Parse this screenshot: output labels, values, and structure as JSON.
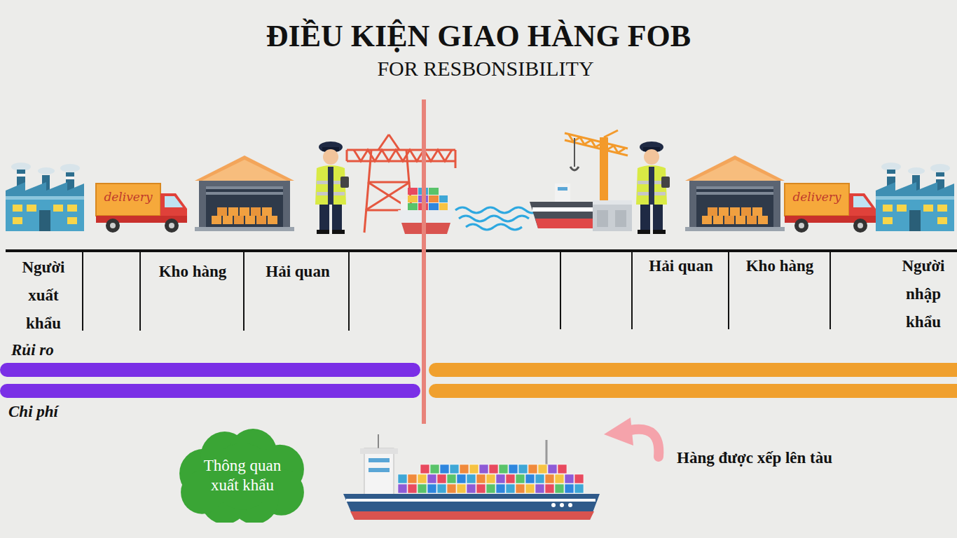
{
  "diagram": {
    "title": "ĐIỀU KIỆN GIAO HÀNG FOB",
    "nodes": [
      {
        "text": [
          "Thông quan xuất khẩu"
        ]
      }
    ],
    "labels": [
      "FOR RESBONSIBILITY",
      "Người xuất khẩu",
      "Kho hàng",
      "Hải quan",
      "Hải quan",
      "Kho hàng",
      "Người nhập khẩu",
      "Rủi ro",
      "Chi phí",
      "Hàng được xếp lên tàu",
      "delivery",
      "delivery"
    ]
  }
}
